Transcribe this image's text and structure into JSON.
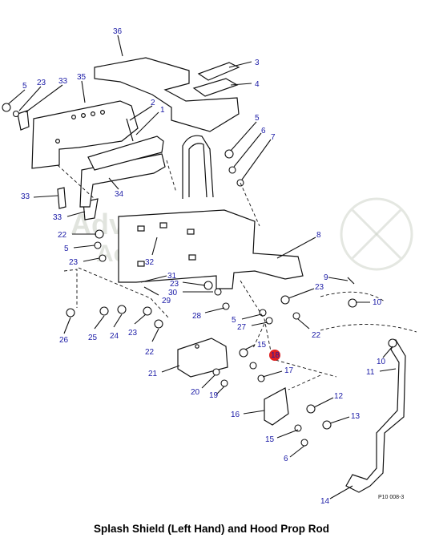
{
  "caption": "Splash Shield (Left Hand) and Hood Prop Rod",
  "drawing_code": "P10 008-3",
  "watermark": {
    "line1": "Adventure",
    "line2": "Accessories",
    "color": "#c9cfc4"
  },
  "callout_color": "#1a1aa6",
  "highlight_color": "#e02020",
  "callouts": {
    "c36": "36",
    "c3": "3",
    "c4": "4",
    "c35": "35",
    "c5a": "5",
    "c23a": "23",
    "c33a": "33",
    "c2": "2",
    "c1": "1",
    "c5b": "5",
    "c6a": "6",
    "c7": "7",
    "c34": "34",
    "c33b": "33",
    "c33c": "33",
    "c22a": "22",
    "c5c": "5",
    "c23b": "23",
    "c32": "32",
    "c8": "8",
    "c31": "31",
    "c23c": "23",
    "c30": "30",
    "c29": "29",
    "c9": "9",
    "c23d": "23",
    "c10a": "10",
    "c26": "26",
    "c25": "25",
    "c24": "24",
    "c23e": "23",
    "c22b": "22",
    "c28": "28",
    "c5d": "5",
    "c27": "27",
    "c22c": "22",
    "c15a": "15",
    "c18": "18",
    "c10b": "10",
    "c11": "11",
    "c21": "21",
    "c17": "17",
    "c20": "20",
    "c19": "19",
    "c12": "12",
    "c16": "16",
    "c13": "13",
    "c15b": "15",
    "c6b": "6",
    "c14": "14"
  }
}
